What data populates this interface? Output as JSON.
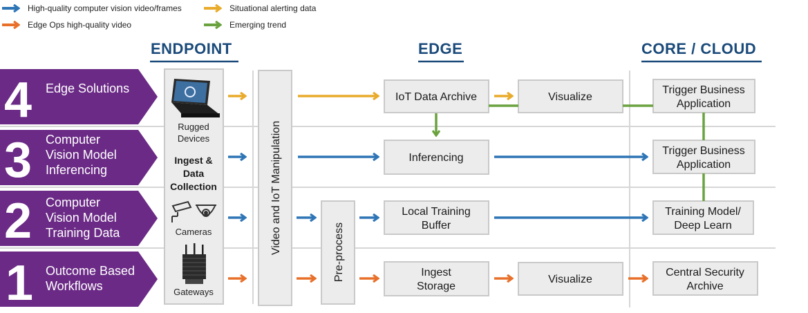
{
  "colors": {
    "purple": "#6b2a86",
    "blue": "#2e75b6",
    "orange": "#e8702a",
    "yellow": "#e9ab2b",
    "green": "#6aa23f",
    "heading": "#1a4a7a",
    "box_fill": "#ececec",
    "box_border": "#c9c9c9",
    "grid": "#d6d6d6"
  },
  "legend": [
    {
      "color_key": "blue",
      "label": "High-quality computer vision video/frames",
      "icon": "arrow-right-icon"
    },
    {
      "color_key": "orange",
      "label": "Edge Ops high-quality video",
      "icon": "arrow-right-icon"
    },
    {
      "color_key": "yellow",
      "label": "Situational alerting data",
      "icon": "arrow-right-icon"
    },
    {
      "color_key": "green",
      "label": "Emerging trend",
      "icon": "arrow-right-icon"
    }
  ],
  "columns": {
    "endpoint": "ENDPOINT",
    "edge": "EDGE",
    "core": "CORE / CLOUD"
  },
  "rows": [
    {
      "number": "4",
      "label_lines": [
        "Edge Solutions"
      ]
    },
    {
      "number": "3",
      "label_lines": [
        "Computer",
        "Vision Model",
        "Inferencing"
      ]
    },
    {
      "number": "2",
      "label_lines": [
        "Computer",
        "Vision Model",
        "Training Data"
      ]
    },
    {
      "number": "1",
      "label_lines": [
        "Outcome Based",
        "Workflows"
      ]
    }
  ],
  "endpoint_panel": {
    "rugged_devices": [
      "Rugged",
      "Devices"
    ],
    "ingest": [
      "Ingest &",
      "Data",
      "Collection"
    ],
    "cameras": "Cameras",
    "gateways": "Gateways"
  },
  "manipulation_label": "Video and IoT Manipulation",
  "preprocess_label": "Pre-process",
  "edge_boxes": {
    "iot_archive": [
      "IoT Data Archive"
    ],
    "visualize_top": [
      "Visualize"
    ],
    "inferencing": [
      "Inferencing"
    ],
    "local_training": [
      "Local Training",
      "Buffer"
    ],
    "ingest_storage": [
      "Ingest",
      "Storage"
    ],
    "visualize_bottom": [
      "Visualize"
    ]
  },
  "core_boxes": {
    "trigger_1": [
      "Trigger Business",
      "Application"
    ],
    "trigger_2": [
      "Trigger Business",
      "Application"
    ],
    "training_model": [
      "Training Model/",
      "Deep Learn"
    ],
    "security_archive": [
      "Central Security",
      "Archive"
    ]
  }
}
